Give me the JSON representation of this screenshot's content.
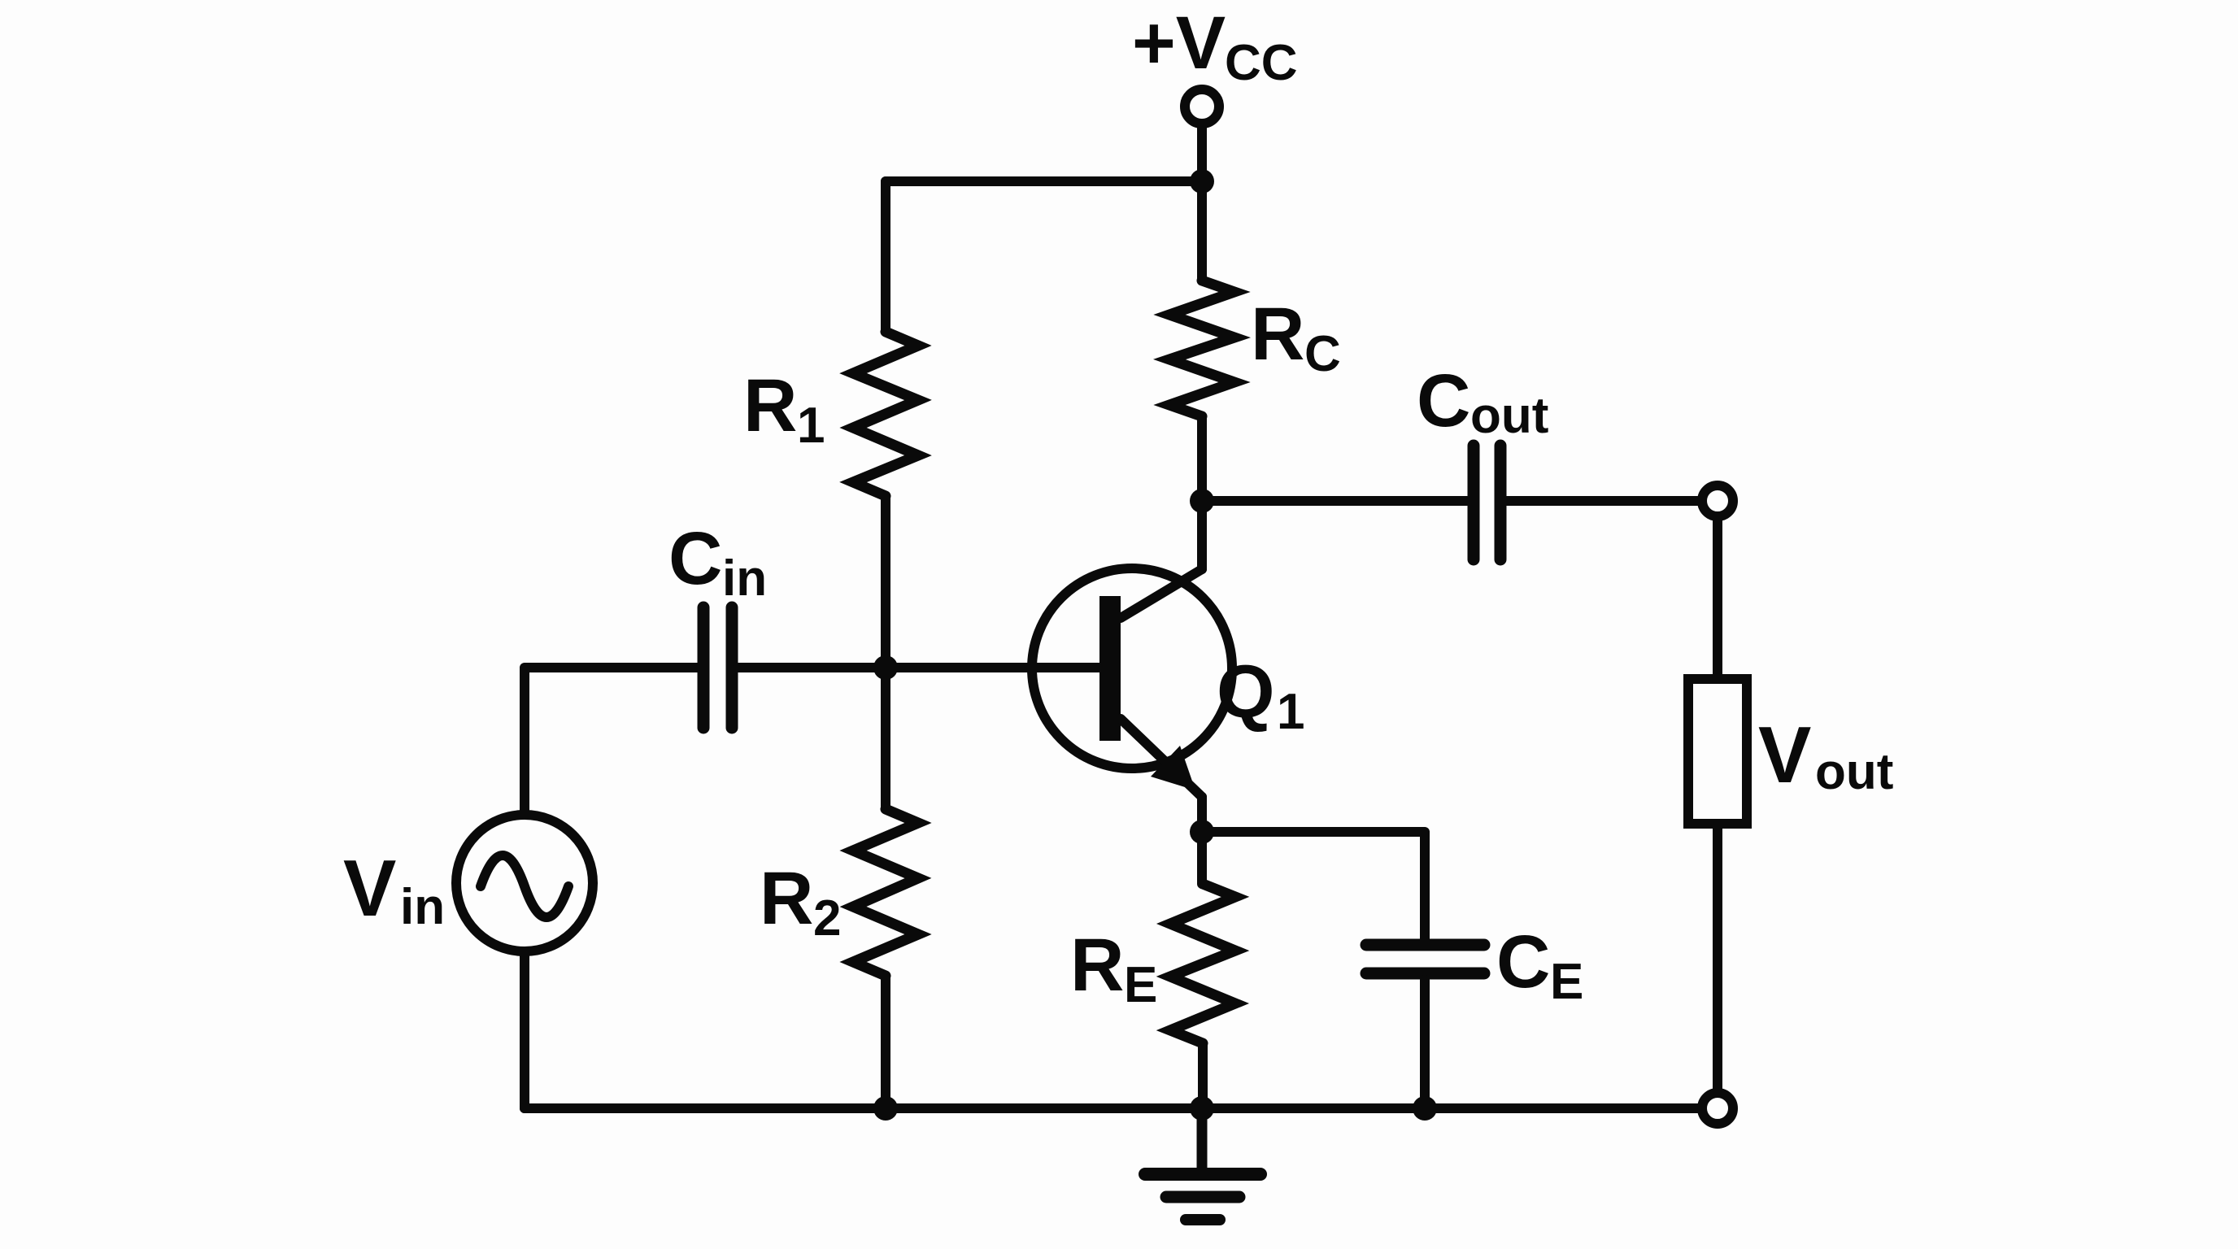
{
  "figure": {
    "kind": "circuit-schematic",
    "description": "Common-emitter NPN transistor amplifier with voltage-divider bias",
    "colors": {
      "background": "#fdfdfd",
      "ink": "#0a0a0a"
    },
    "components": [
      {
        "id": "supply",
        "type": "supply-terminal",
        "label": "+VCC"
      },
      {
        "id": "r1",
        "type": "resistor",
        "label": "R1"
      },
      {
        "id": "r2",
        "type": "resistor",
        "label": "R2"
      },
      {
        "id": "rc",
        "type": "resistor",
        "label": "RC"
      },
      {
        "id": "re",
        "type": "resistor",
        "label": "RE"
      },
      {
        "id": "c_in",
        "type": "capacitor",
        "label": "Cin"
      },
      {
        "id": "c_out",
        "type": "capacitor",
        "label": "Cout"
      },
      {
        "id": "c_e",
        "type": "capacitor",
        "label": "CE"
      },
      {
        "id": "q1",
        "type": "npn-transistor",
        "label": "Q1"
      },
      {
        "id": "v_in",
        "type": "ac-voltage-source",
        "label": "Vin"
      },
      {
        "id": "v_out",
        "type": "load-resistor-box",
        "label": "Vout"
      },
      {
        "id": "gnd",
        "type": "ground",
        "label": ""
      }
    ]
  },
  "labels": {
    "supply": {
      "main": "+V",
      "sub": "CC"
    },
    "r1": {
      "main": "R",
      "sub": "1"
    },
    "r2": {
      "main": "R",
      "sub": "2"
    },
    "rc": {
      "main": "R",
      "sub": "C"
    },
    "re": {
      "main": "R",
      "sub": "E"
    },
    "c_in": {
      "main": "C",
      "sub": "in"
    },
    "c_out": {
      "main": "C",
      "sub": "out"
    },
    "c_e": {
      "main": "C",
      "sub": "E"
    },
    "q1": {
      "main": "Q",
      "sub": "1"
    },
    "v_in": {
      "main": "V",
      "sub": "in"
    },
    "v_out": {
      "main": "V",
      "sub": "out"
    }
  }
}
